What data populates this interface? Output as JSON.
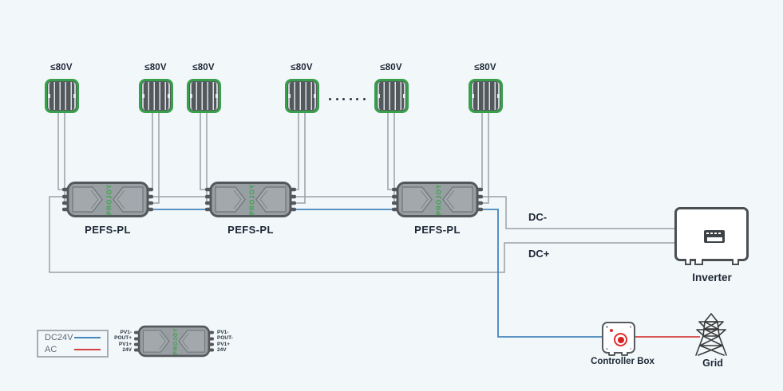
{
  "diagram": {
    "panel_voltage_label": "≤80V",
    "device_label": "PEFS-PL",
    "brand": "PROJOY",
    "dc_minus_label": "DC-",
    "dc_plus_label": "DC+",
    "inverter_label": "Inverter",
    "controller_label": "Controller Box",
    "grid_label": "Grid"
  },
  "legend": {
    "dc24v_label": "DC24V",
    "ac_label": "AC"
  },
  "pinout": {
    "left": [
      "PV1-",
      "POUT+",
      "PV1+",
      "24V"
    ],
    "right": [
      "PV1-",
      "POUT-",
      "PV1+",
      "24V"
    ]
  },
  "colors": {
    "background": "#f2f7fa",
    "wire_gray": "#9ba1a6",
    "dc24v_blue": "#4585bd",
    "ac_red": "#d64040",
    "panel_green": "#37a04b",
    "brand_green": "#3aa34b",
    "device_gray": "#989fa3",
    "text_dark": "#1d2835"
  }
}
